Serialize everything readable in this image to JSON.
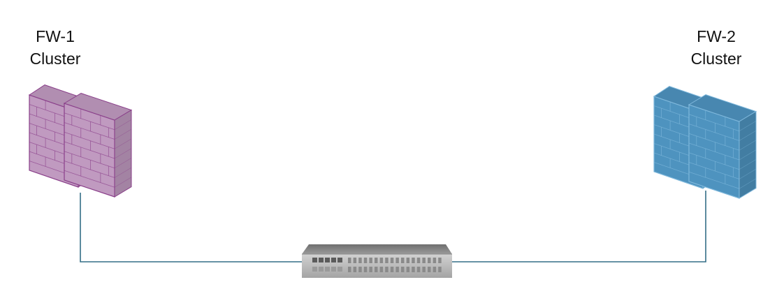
{
  "nodes": {
    "fw1": {
      "name_line1": "FW-1",
      "name_line2": "Cluster",
      "icon": "firewall-cluster-icon",
      "color": "#c09ac0",
      "stroke": "#8a3f8a"
    },
    "fw2": {
      "name_line1": "FW-2",
      "name_line2": "Cluster",
      "icon": "firewall-cluster-icon",
      "color": "#4e93bf",
      "stroke": "#7fb8dc"
    },
    "switch": {
      "icon": "network-switch-icon",
      "color": "#a9a9a9"
    }
  },
  "links": [
    {
      "from": "fw1",
      "to": "switch",
      "color": "#336e87"
    },
    {
      "from": "switch",
      "to": "fw2",
      "color": "#336e87"
    }
  ]
}
